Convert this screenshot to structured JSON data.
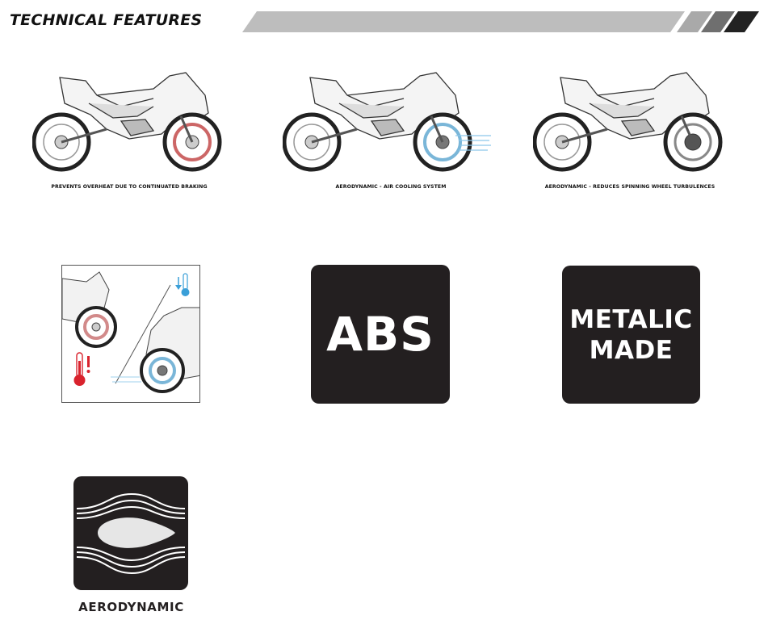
{
  "header": {
    "title": "TECHNICAL FEATURES"
  },
  "features": [
    {
      "caption": "PREVENTS OVERHEAT DUE TO  CONTINUATED BRAKING",
      "icon": "motorcycle-red-brake-disc-icon"
    },
    {
      "caption": "AERODYNAMIC - AIR COOLING SYSTEM",
      "icon": "motorcycle-air-cooling-icon"
    },
    {
      "caption": "AERODYNAMIC - REDUCES SPINNING WHEEL TURBULENCES",
      "icon": "motorcycle-wheel-turbulence-icon"
    }
  ],
  "tiles": {
    "abs_label": "ABS",
    "metalic_line1": "METALIC",
    "metalic_line2": "MADE",
    "aerodynamic_label": "AERODYNAMIC"
  },
  "colors": {
    "tile_background": "#231f20",
    "stripe_light": "#bcbcbc",
    "stripe_dark": "#222222",
    "hot_red": "#d9232d",
    "cold_blue": "#3a9fd8"
  }
}
